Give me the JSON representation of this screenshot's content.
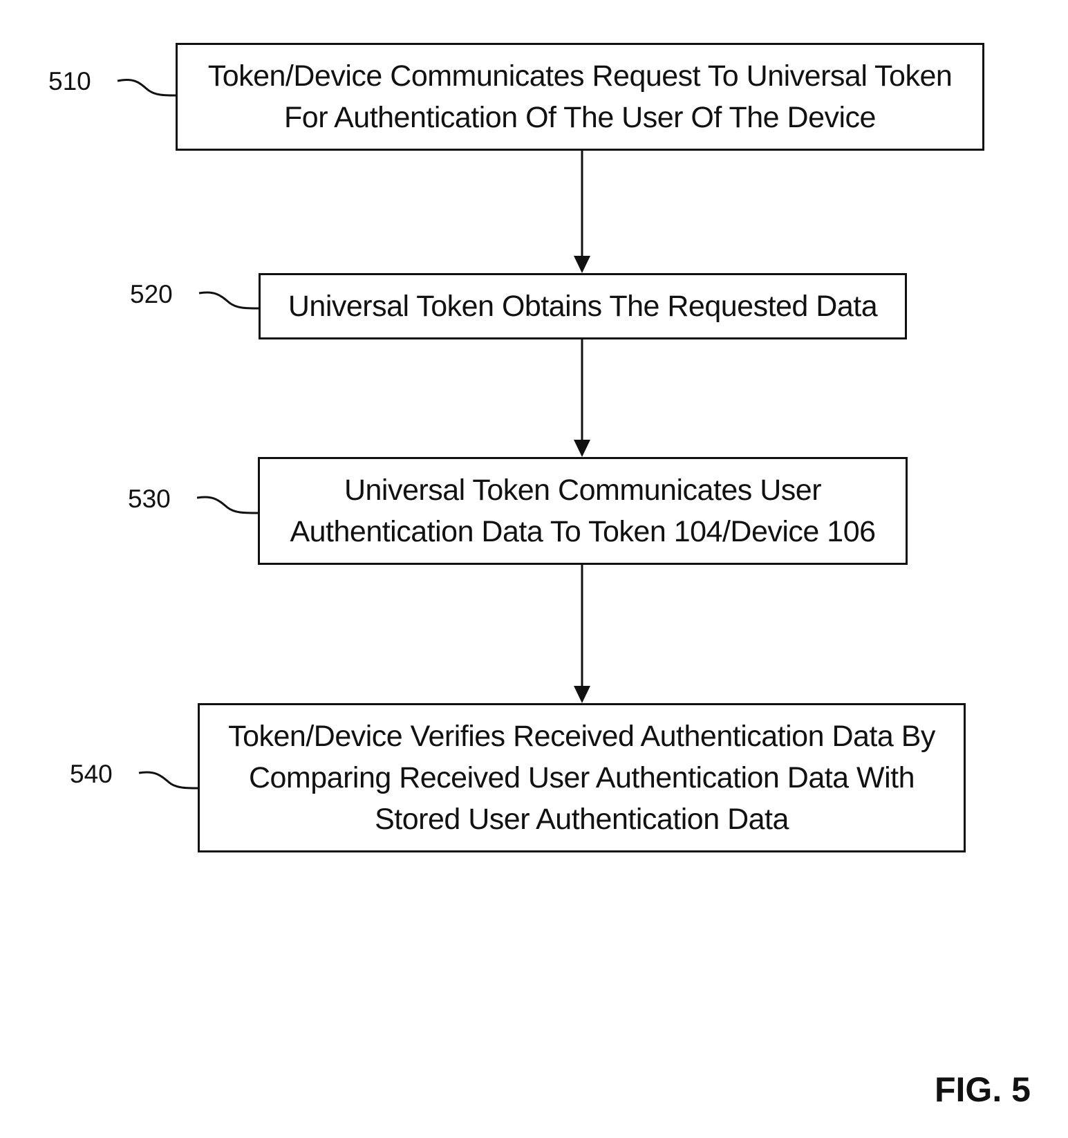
{
  "steps": [
    {
      "ref": "510",
      "lines": [
        "Token/Device Communicates Request To Universal Token",
        "For Authentication Of The User Of The Device"
      ]
    },
    {
      "ref": "520",
      "lines": [
        "Universal Token Obtains The Requested Data"
      ]
    },
    {
      "ref": "530",
      "lines": [
        "Universal Token Communicates User",
        "Authentication Data To Token 104/Device 106"
      ]
    },
    {
      "ref": "540",
      "lines": [
        "Token/Device Verifies Received Authentication Data By",
        "Comparing Received User Authentication Data With",
        "Stored User Authentication Data"
      ]
    }
  ],
  "figure_label": "FIG. 5"
}
